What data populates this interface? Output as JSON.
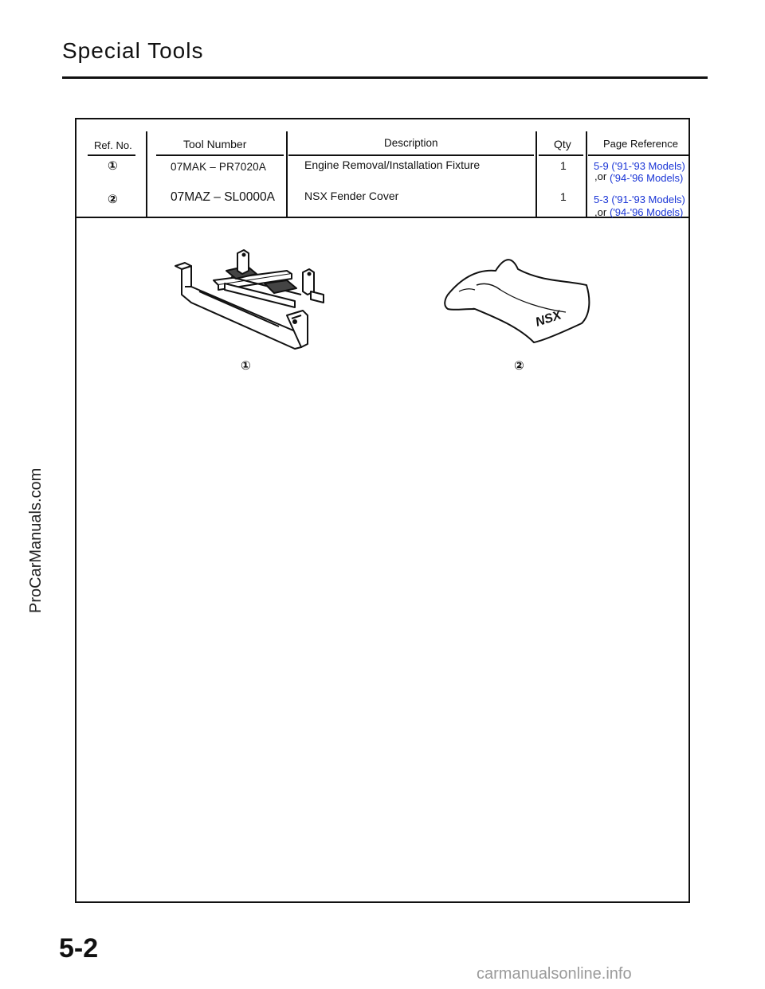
{
  "page": {
    "title": "Special Tools",
    "page_number": "5-2",
    "watermark": "ProCarManuals.com",
    "footer": "carmanualsonline.info"
  },
  "table": {
    "headers": {
      "ref": "Ref. No.",
      "tool": "Tool Number",
      "description": "Description",
      "qty": "Qty",
      "page_ref": "Page Reference"
    },
    "rows": [
      {
        "ref": "①",
        "tool": "07MAK – PR7020A",
        "description": "Engine Removal/Installation Fixture",
        "qty": "1",
        "page_ref_1": "5-9 ('91-'93 Models)",
        "or": ",or",
        "page_ref_2": "('94-'96 Models)"
      },
      {
        "ref": "②",
        "tool": "07MAZ – SL0000A",
        "description": "NSX Fender Cover",
        "qty": "1",
        "page_ref_1": "5-3 ('91-'93 Models)",
        "or": ",or",
        "page_ref_2": "('94-'96 Models)"
      }
    ]
  },
  "illustrations": {
    "callout_1": "①",
    "callout_2": "②",
    "cover_logo_text": "NSX",
    "fixture_icon": "engine-fixture-drawing",
    "cover_icon": "fender-cover-drawing"
  },
  "colors": {
    "link": "#1a35d6",
    "line": "#111111",
    "footer": "#9a9a9a"
  }
}
